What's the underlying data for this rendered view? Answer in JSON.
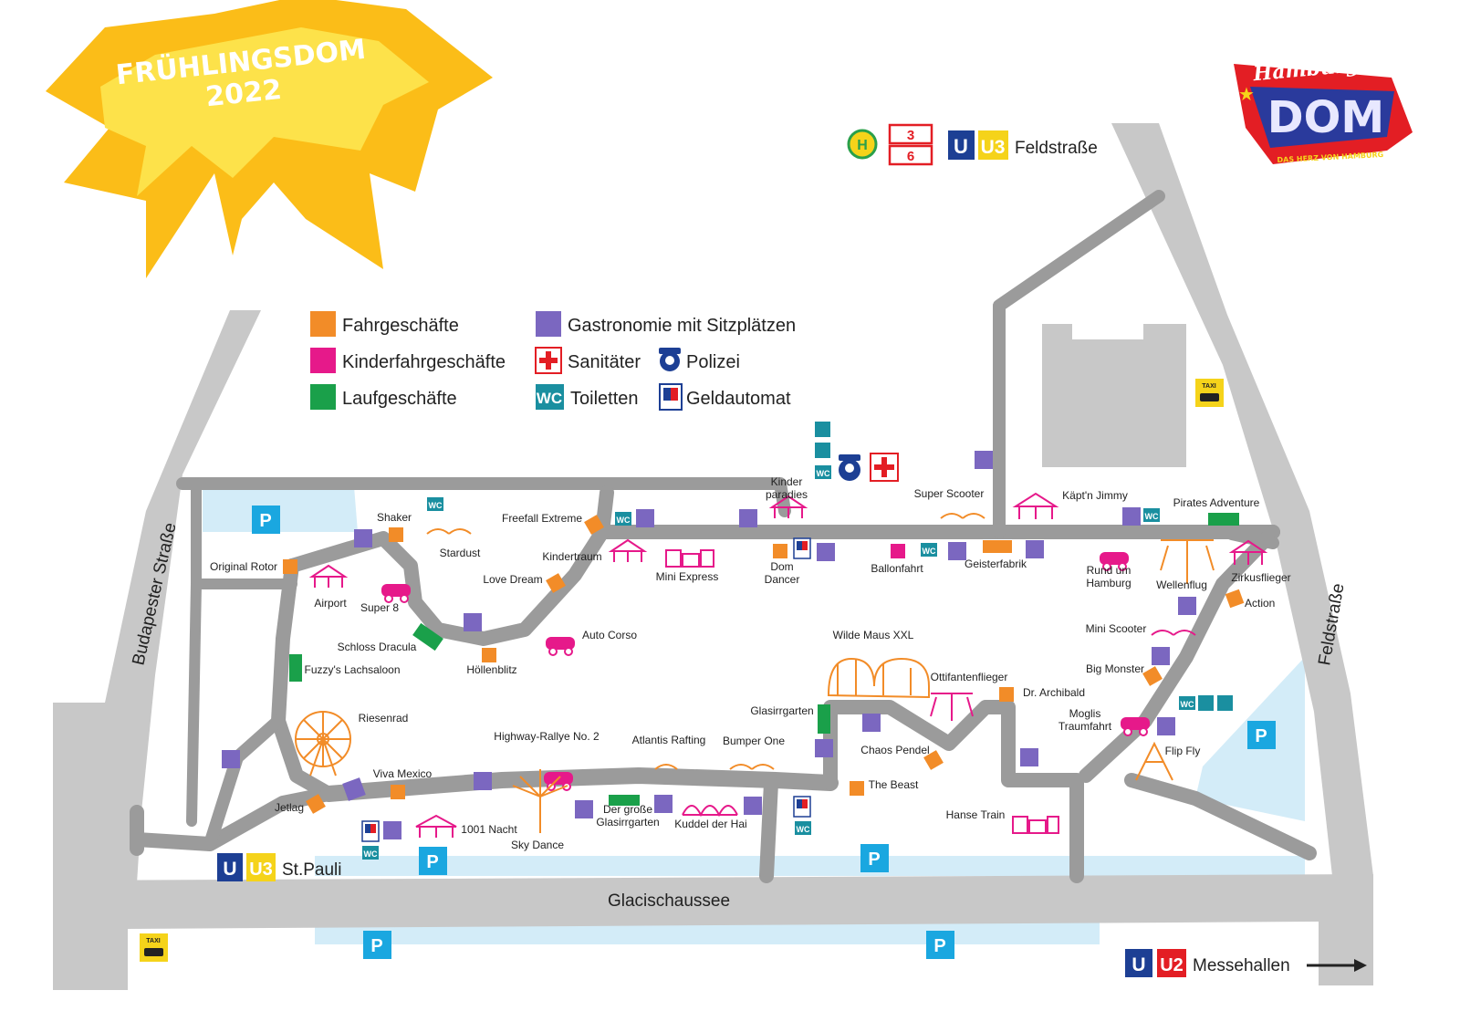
{
  "header": {
    "event_line1": "FRÜHLINGSDOM",
    "event_line2": "2022",
    "logo_word1": "Hamburger",
    "logo_word2": "DOM",
    "logo_tagline": "DAS HERZ VON HAMBURG"
  },
  "colors": {
    "fahrgeschaefte": "#f28c28",
    "kinder": "#e6198a",
    "lauf": "#1aa04a",
    "gastro": "#7b67c0",
    "wc": "#1a8fa0",
    "road": "#c8c8c8",
    "road_inner": "#9b9b9b",
    "parking_area": "#d3ecf8",
    "ubahn": "#1d3f94",
    "u3": "#f5d31a",
    "u2": "#e31e24",
    "parking_sign": "#1aa7e0"
  },
  "legend": {
    "fahrgeschaefte": "Fahrgeschäfte",
    "kinder": "Kinderfahrgeschäfte",
    "lauf": "Laufgeschäfte",
    "gastro": "Gastronomie mit Sitzplätzen",
    "sanitaeter": "Sanitäter",
    "polizei": "Polizei",
    "toiletten": "Toiletten",
    "geldautomat": "Geldautomat",
    "wc_badge": "WC"
  },
  "transit": {
    "bus_h": "H",
    "bus_line_a": "3",
    "bus_line_b": "6",
    "u": "U",
    "u3": "U3",
    "u2": "U2",
    "feldstrasse": "Feldstraße",
    "st_pauli": "St.Pauli",
    "messehallen": "Messehallen"
  },
  "streets": {
    "budapester": "Budapester Straße",
    "feldstrasse": "Feldstraße",
    "glacischaussee": "Glacischaussee"
  },
  "signs": {
    "parking": "P",
    "taxi": "TAXI",
    "wc": "WC"
  },
  "attractions": [
    {
      "name": "Shaker"
    },
    {
      "name": "Stardust"
    },
    {
      "name": "Freefall Extreme"
    },
    {
      "name": "Kindertraum"
    },
    {
      "name": "Love Dream"
    },
    {
      "name": "Mini Express"
    },
    {
      "name": "Kinder"
    },
    {
      "name": "paradies"
    },
    {
      "name": "Dom"
    },
    {
      "name": "Dancer"
    },
    {
      "name": "Ballonfahrt"
    },
    {
      "name": "Super Scooter"
    },
    {
      "name": "Geisterfabrik"
    },
    {
      "name": "Käpt'n Jimmy"
    },
    {
      "name": "Pirates Adventure"
    },
    {
      "name": "Rund um"
    },
    {
      "name": "Hamburg"
    },
    {
      "name": "Wellenflug"
    },
    {
      "name": "Zirkusflieger"
    },
    {
      "name": "Action"
    },
    {
      "name": "Original Rotor"
    },
    {
      "name": "Airport"
    },
    {
      "name": "Super 8"
    },
    {
      "name": "Auto Corso"
    },
    {
      "name": "Schloss Dracula"
    },
    {
      "name": "Höllenblitz"
    },
    {
      "name": "Fuzzy's Lachsaloon"
    },
    {
      "name": "Riesenrad"
    },
    {
      "name": "Highway-Rallye No. 2"
    },
    {
      "name": "Atlantis Rafting"
    },
    {
      "name": "Bumper One"
    },
    {
      "name": "Wilde Maus XXL"
    },
    {
      "name": "Ottifantenflieger"
    },
    {
      "name": "Dr. Archibald"
    },
    {
      "name": "Glasirrgarten"
    },
    {
      "name": "Chaos Pendel"
    },
    {
      "name": "The Beast"
    },
    {
      "name": "Mini Scooter"
    },
    {
      "name": "Big Monster"
    },
    {
      "name": "Moglis"
    },
    {
      "name": "Traumfahrt"
    },
    {
      "name": "Flip Fly"
    },
    {
      "name": "Viva Mexico"
    },
    {
      "name": "Jetlag"
    },
    {
      "name": "1001 Nacht"
    },
    {
      "name": "Sky Dance"
    },
    {
      "name": "Der große"
    },
    {
      "name": "Glasirrgarten"
    },
    {
      "name": "Kuddel der Hai"
    },
    {
      "name": "Hanse Train"
    }
  ]
}
